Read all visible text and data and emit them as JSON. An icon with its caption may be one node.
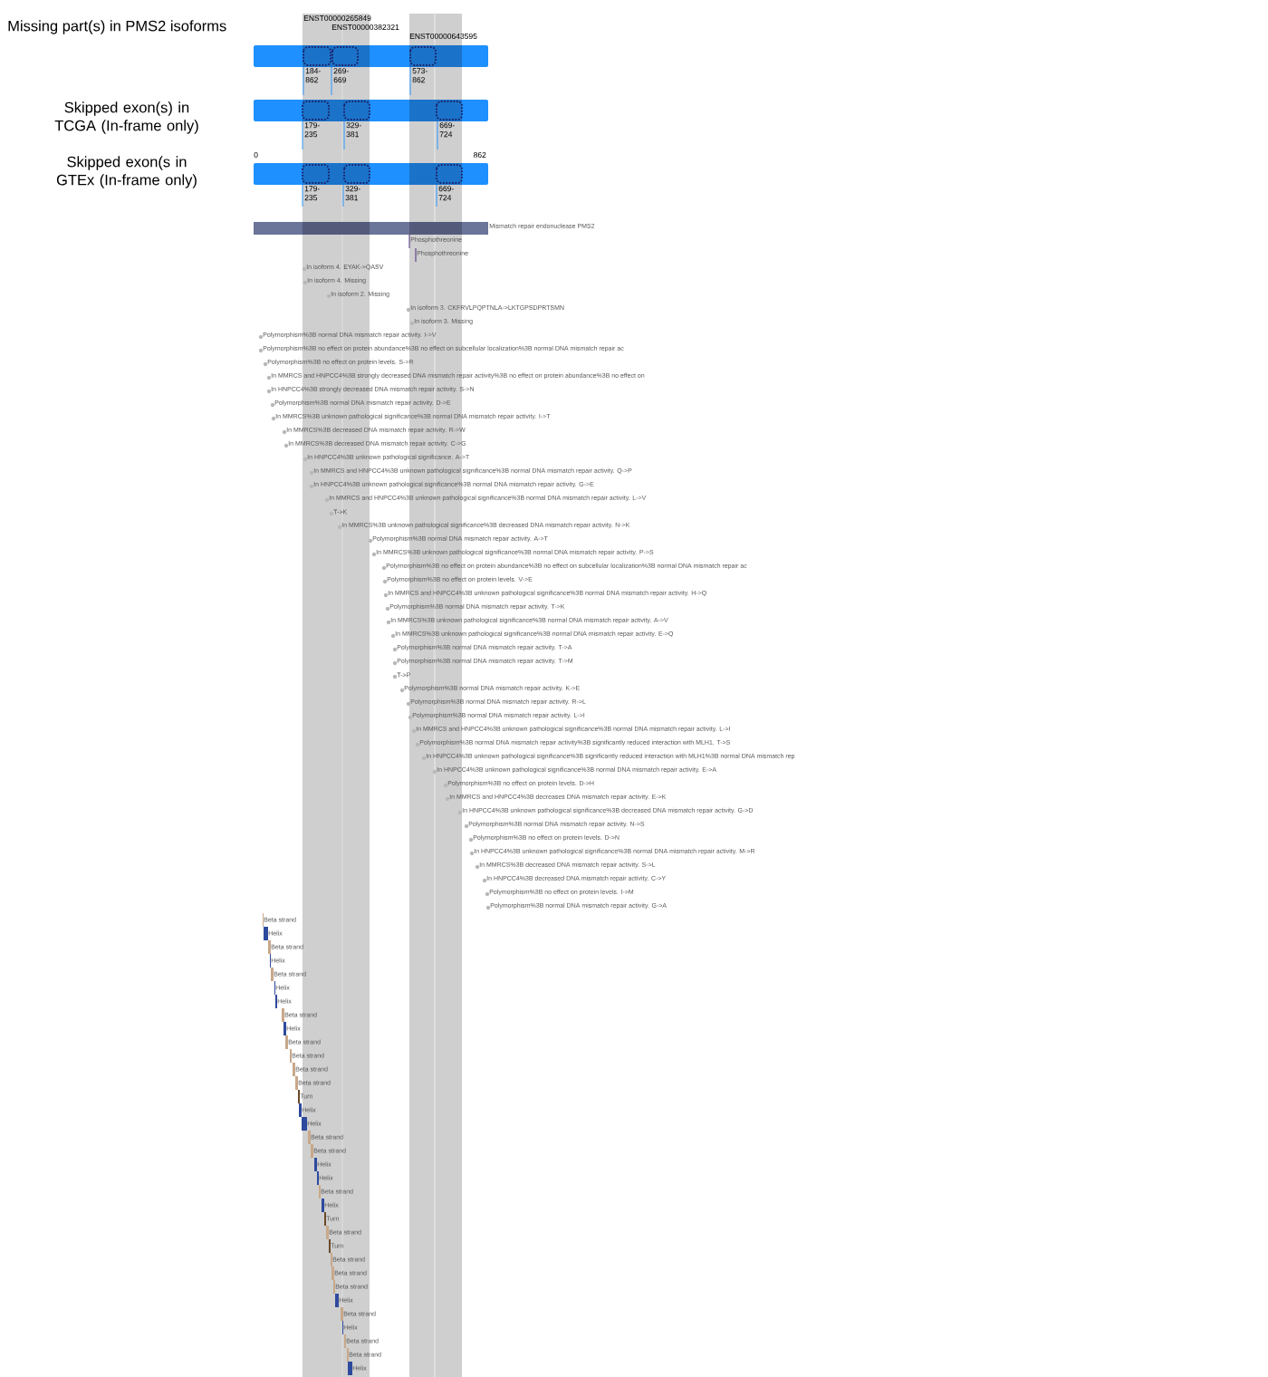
{
  "diagram": {
    "labels": [
      "Missing part(s) in PMS2 isoforms",
      "ENST00000265849",
      "ENST00000382321",
      "ENST00000643595",
      "184-862",
      "269-669",
      "573-862",
      "Skipped exon(s) in TCGA (In-frame only)",
      "179-235",
      "329-381",
      "669-724",
      "0",
      "862",
      "Skipped exon(s in GTEx (In-frame only)",
      "179-235",
      "329-381",
      "669-724",
      "Mismatch repair endonuclease PMS2",
      "Phosphothreonine",
      "Phosphothreonine",
      "In isoform 4. EYAK->QASV",
      "In isoform 4. Missing",
      "In isoform 2. Missing",
      "In isoform 3. CKFRVLPQPTNLA->LKTGPSDPRTSMN",
      "In isoform 3. Missing",
      "Polymorphism%3B normal DNA mismatch repair activity. I->V",
      "Polymorphism%3B no effect on protein abundance%3B no effect on subcellular localization%3B normal DNA mismatch repair ac",
      "Polymorphism%3B no effect on protein levels. S->R",
      "In MMRCS and HNPCC4%3B strongly decreased DNA mismatch repair activity%3B no effect on protein abundance%3B no effect on",
      "In HNPCC4%3B strongly decreased DNA mismatch repair activity. S->N",
      "Polymorphism%3B normal DNA mismatch repair activity. D->E",
      "In MMRCS%3B unknown pathological significance%3B normal DNA mismatch repair activity. I->T",
      "In MMRCS%3B decreased DNA mismatch repair activity. R->W",
      "In MMRCS%3B decreased DNA mismatch repair activity. C->G",
      "In HNPCC4%3B unknown pathological significance. A->T",
      "In MMRCS and HNPCC4%3B unknown pathological significance%3B normal DNA mismatch repair activity. Q->P",
      "In HNPCC4%3B unknown pathological significance%3B normal DNA mismatch repair activity. G->E",
      "In MMRCS and HNPCC4%3B unknown pathological significance%3B normal DNA mismatch repair activity. L->V",
      "T->K",
      "In MMRCS%3B unknown pathological significance%3B decreased DNA mismatch repair activity. N->K",
      "Polymorphism%3B normal DNA mismatch repair activity. A->T",
      "In MMRCS%3B unknown pathological significance%3B normal DNA mismatch repair activity. P->S",
      "Polymorphism%3B no effect on protein abundance%3B no effect on subcellular localization%3B normal DNA mismatch repair ac",
      "Polymorphism%3B no effect on protein levels. V->E",
      "In MMRCS and HNPCC4%3B unknown pathological significance%3B normal DNA mismatch repair activity. H->Q",
      "Polymorphism%3B normal DNA mismatch repair activity. T->K",
      "In MMRCS%3B unknown pathological significance%3B normal DNA mismatch repair activity. A->V",
      "In MMRCS%3B unknown pathological significance%3B normal DNA mismatch repair activity. E->Q",
      "Polymorphism%3B normal DNA mismatch repair activity. T->A",
      "Polymorphism%3B normal DNA mismatch repair activity. T->M",
      "T->P",
      "Polymorphism%3B normal DNA mismatch repair activity. K->E",
      "Polymorphism%3B normal DNA mismatch repair activity. R->L",
      "Polymorphism%3B normal DNA mismatch repair activity. L->I",
      "In MMRCS and HNPCC4%3B unknown pathological significance%3B normal DNA mismatch repair activity. L->I",
      "Polymorphism%3B normal DNA mismatch repair activity%3B significantly reduced interaction with MLH1. T->S",
      "In HNPCC4%3B unknown pathological significance%3B significantly reduced interaction with MLH1%3B normal DNA mismatch rep",
      "In HNPCC4%3B unknown pathological significance%3B normal DNA mismatch repair activity. E->A",
      "Polymorphism%3B no effect on protein levels. D->H",
      "In MMRCS and HNPCC4%3B decreases DNA mismatch repair activity. E->K",
      "In HNPCC4%3B unknown pathological significance%3B decreased DNA mismatch repair activity. G->D",
      "Polymorphism%3B normal DNA mismatch repair activity. N->S",
      "Polymorphism%3B no effect on protein levels. D->N",
      "In HNPCC4%3B unknown pathological significance%3B normal DNA mismatch repair activity. M->R",
      "In MMRCS%3B decreased DNA mismatch repair activity. S->L",
      "In HNPCC4%3B decreased DNA mismatch repair activity. C->Y",
      "Polymorphism%3B no effect on protein levels. I->M",
      "Polymorphism%3B normal DNA mismatch repair activity. G->A",
      "Beta strand",
      "Helix",
      "Beta strand",
      "Helix",
      "Beta strand",
      "Helix",
      "Helix",
      "Beta strand",
      "Helix",
      "Beta strand",
      "Beta strand",
      "Beta strand",
      "Beta strand",
      "Turn",
      "Helix",
      "Helix",
      "Beta strand",
      "Beta strand",
      "Helix",
      "Helix",
      "Beta strand",
      "Helix",
      "Turn",
      "Beta strand",
      "Turn",
      "Beta strand",
      "Beta strand",
      "Beta strand",
      "Helix",
      "Beta strand",
      "Helix",
      "Beta strand",
      "Beta strand",
      "Helix"
    ]
  }
}
